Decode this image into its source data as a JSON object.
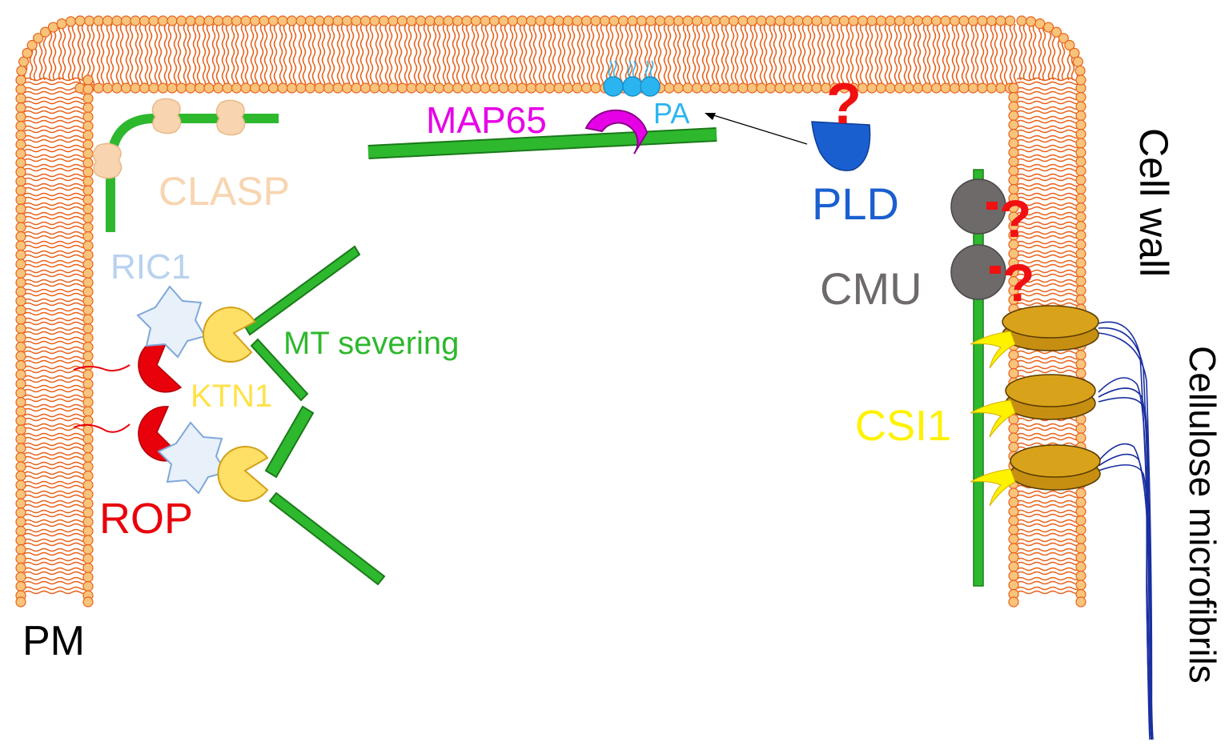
{
  "labels": {
    "pm": "PM",
    "clasp": "CLASP",
    "ric1": "RIC1",
    "rop": "ROP",
    "ktn1": "KTN1",
    "mt_severing": "MT severing",
    "map65": "MAP65",
    "pa": "PA",
    "pld": "PLD",
    "cmu": "CMU",
    "csi1": "CSI1",
    "cell_wall": "Cell wall",
    "cellulose_microfibrils": "Cellulose microfibrils",
    "question_mark": "?"
  },
  "colors": {
    "lipid_head": "#F8C37A",
    "lipid_outline": "#E8611A",
    "tail": "#E8611A",
    "microtubule": "#2EB82E",
    "microtubule_dark": "#1A7A1A",
    "clasp": "#F8D5B0",
    "ric1": "#E8F0FA",
    "ric1_outline": "#7FA8DA",
    "rop": "#E8000B",
    "ktn1": "#FFE066",
    "ktn1_outline": "#D4A017",
    "map65": "#E600E6",
    "pa": "#2BB5F0",
    "pld": "#1A5FD0",
    "cmu": "#6E6A6A",
    "csc": "#D9A21B",
    "csi1": "#FFF200",
    "microfibril": "#1A2FA0",
    "question": "#F01010"
  }
}
